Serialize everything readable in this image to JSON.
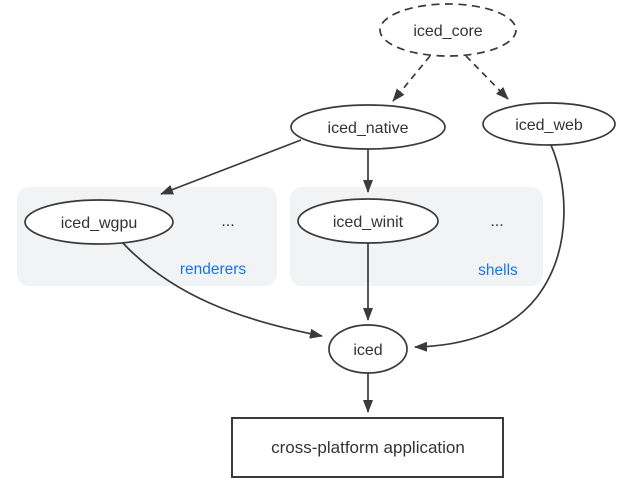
{
  "nodes": {
    "iced_core": {
      "label": "iced_core",
      "shape": "ellipse",
      "border": "dashed"
    },
    "iced_native": {
      "label": "iced_native",
      "shape": "ellipse",
      "border": "solid"
    },
    "iced_web": {
      "label": "iced_web",
      "shape": "ellipse",
      "border": "solid"
    },
    "iced_wgpu": {
      "label": "iced_wgpu",
      "shape": "ellipse",
      "border": "solid",
      "group": "renderers"
    },
    "iced_winit": {
      "label": "iced_winit",
      "shape": "ellipse",
      "border": "solid",
      "group": "shells"
    },
    "iced": {
      "label": "iced",
      "shape": "ellipse",
      "border": "solid"
    },
    "application": {
      "label": "cross-platform application",
      "shape": "rect",
      "border": "solid"
    }
  },
  "groups": {
    "renderers": {
      "label": "renderers",
      "more": "..."
    },
    "shells": {
      "label": "shells",
      "more": "..."
    }
  },
  "edges": [
    {
      "from": "iced_core",
      "to": "iced_native",
      "style": "dashed"
    },
    {
      "from": "iced_core",
      "to": "iced_web",
      "style": "dashed"
    },
    {
      "from": "iced_native",
      "to": "iced_wgpu",
      "style": "solid"
    },
    {
      "from": "iced_native",
      "to": "iced_winit",
      "style": "solid"
    },
    {
      "from": "iced_wgpu",
      "to": "iced",
      "style": "solid"
    },
    {
      "from": "iced_winit",
      "to": "iced",
      "style": "solid"
    },
    {
      "from": "iced_web",
      "to": "iced",
      "style": "solid"
    },
    {
      "from": "iced",
      "to": "application",
      "style": "solid"
    }
  ],
  "colors": {
    "stroke": "#3a3a3a",
    "text": "#333333",
    "node_fill": "#ffffff",
    "group_background": "#f1f3f4",
    "group_label": "#1a73e8",
    "canvas": "#ffffff"
  }
}
